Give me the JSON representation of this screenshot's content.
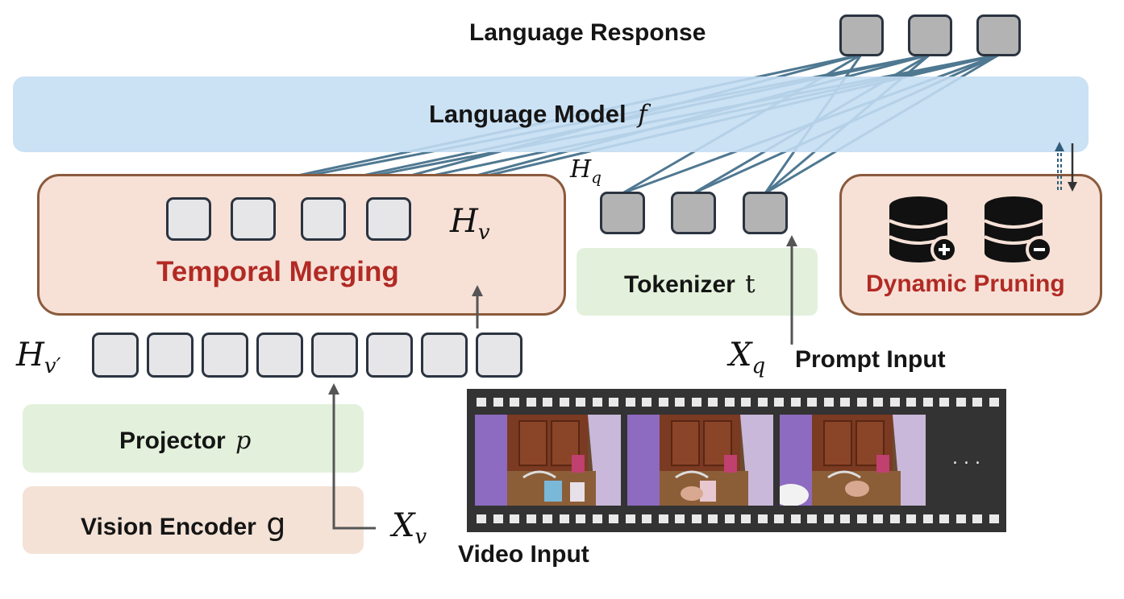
{
  "language_response": {
    "label": "Language Response"
  },
  "language_model": {
    "label": "Language Model",
    "symbol": "f"
  },
  "temporal_merging": {
    "label": "Temporal Merging",
    "symbol_base": "H",
    "symbol_sub": "v"
  },
  "tokenizer": {
    "label": "Tokenizer",
    "symbol": "t",
    "output_base": "H",
    "output_sub": "q"
  },
  "dynamic_pruning": {
    "label": "Dynamic Pruning"
  },
  "visual_tokens": {
    "symbol_base": "H",
    "symbol_sub": "v′"
  },
  "projector": {
    "label": "Projector",
    "symbol": "p"
  },
  "vision_encoder": {
    "label": "Vision Encoder",
    "symbol": "g"
  },
  "video_input": {
    "label": "Video Input",
    "symbol_base": "X",
    "symbol_sub": "v",
    "ellipsis": ". . ."
  },
  "prompt_input": {
    "label": "Prompt Input",
    "symbol_base": "X",
    "symbol_sub": "q"
  },
  "colors": {
    "language_model": "#c4ddf2",
    "merge_box": "#f7e1d7",
    "green_box": "#e3f1dc",
    "accent_red": "#b22a24",
    "connector": "#3d6a86"
  },
  "icons": [
    "database-plus-icon",
    "database-minus-icon"
  ]
}
